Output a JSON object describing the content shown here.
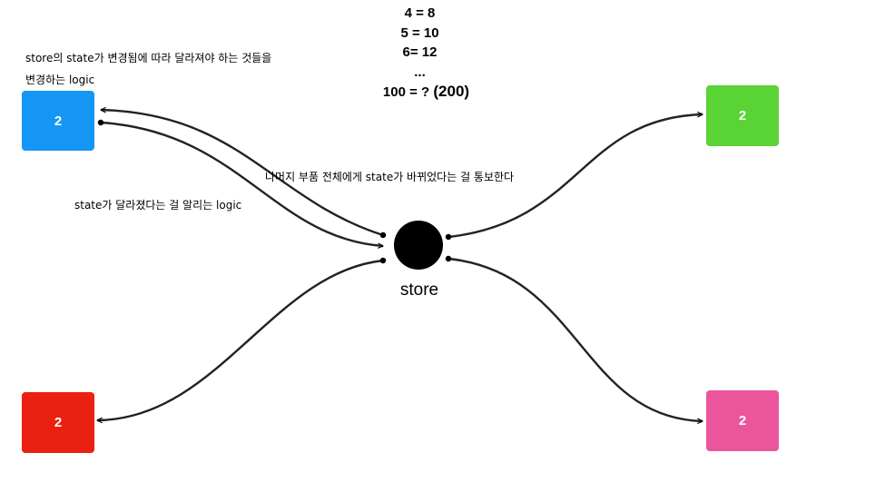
{
  "formula": {
    "line1": "4 = 8",
    "line2": "5 = 10",
    "line3": "6= 12",
    "line4": "...",
    "line5": "100 = ?",
    "line5_paren": "(200)"
  },
  "notes": {
    "top_line1": "store의 state가 변경됨에 따라 달라져야 하는 것들을",
    "top_line2": "변경하는 logic",
    "broadcast": "나머지 부품 전체에게 state가 바뀌었다는 걸 통보한다",
    "notify": "state가 달라졌다는 걸 알리는 logic"
  },
  "store": {
    "label": "store"
  },
  "nodes": {
    "blue": {
      "label": "2",
      "color": "#1595f4"
    },
    "green": {
      "label": "2",
      "color": "#5ad334"
    },
    "red": {
      "label": "2",
      "color": "#ea2010"
    },
    "pink": {
      "label": "2",
      "color": "#ea559c"
    }
  }
}
